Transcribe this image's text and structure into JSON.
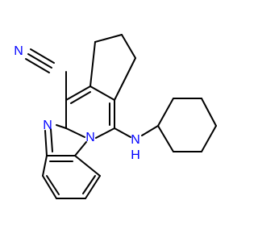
{
  "colors": {
    "background": "#ffffff",
    "bond": "#000000",
    "nitrogen": "#0000ff"
  },
  "atoms": {
    "nitrile_n": {
      "symbol": "N"
    },
    "imidazole_n": {
      "symbol": "N"
    },
    "bridgehead_n": {
      "symbol": "N"
    },
    "amine_n": {
      "symbol": "N"
    },
    "amine_h": {
      "symbol": "H"
    }
  }
}
